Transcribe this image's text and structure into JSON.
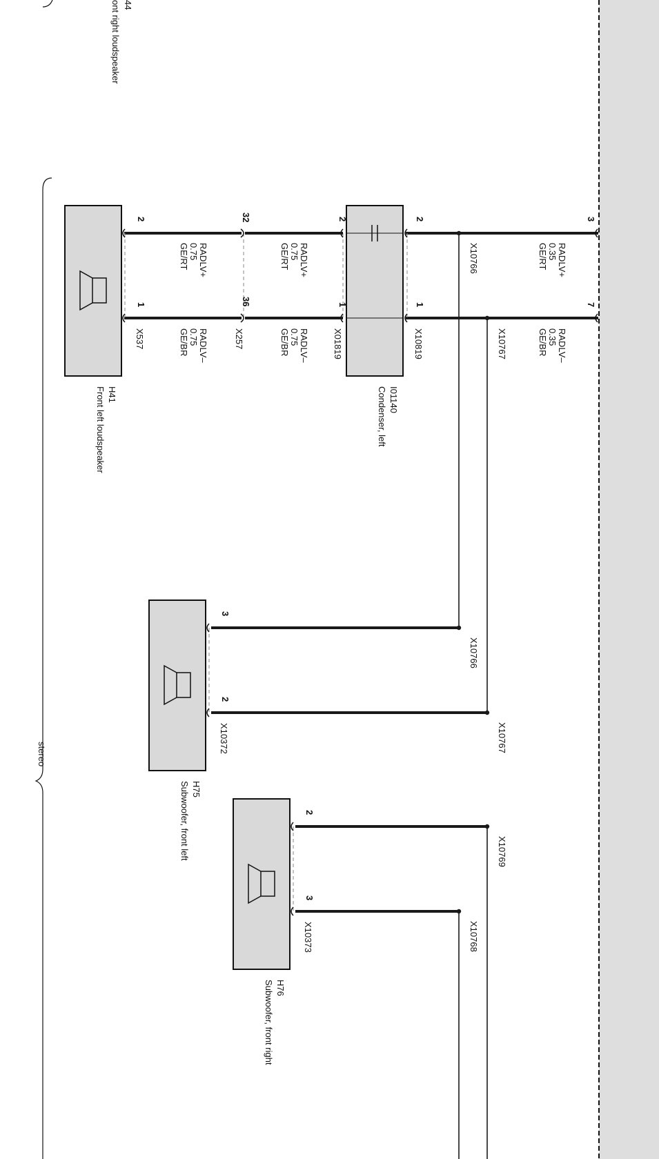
{
  "colors": {
    "wire": "#1a1a1a",
    "component_fill": "#d9d9d9",
    "module_fill": "#dedede",
    "screen_dash": "#888888",
    "background": "#ffffff"
  },
  "page": {
    "partial_text_top": "44",
    "partial_component_top": "ont right loudspeaker",
    "stereo_label": "stereo"
  },
  "module_pins": {
    "plus": "3",
    "minus": "7"
  },
  "wires_top": {
    "plus": {
      "name": "RADLV+",
      "size": "0.35",
      "color": "GE/RT"
    },
    "minus": {
      "name": "RADLV–",
      "size": "0.35",
      "color": "GE/BR"
    }
  },
  "splices": {
    "a": "X10766",
    "b": "X10767",
    "a2": "X10766",
    "b2": "X10767",
    "c": "X10769",
    "d": "X10768"
  },
  "condenser": {
    "id": "I01140",
    "name": "Condenser, left",
    "pin_top_plus": "2",
    "pin_top_minus": "1",
    "connector_top": "X10819",
    "pin_bottom_plus": "2",
    "pin_bottom_minus": "1",
    "connector_bottom": "X01819"
  },
  "wires_mid": {
    "plus": {
      "name": "RADLV+",
      "size": "0.75",
      "color": "GE/RT"
    },
    "minus": {
      "name": "RADLV–",
      "size": "0.75",
      "color": "GE/BR"
    }
  },
  "intermediate": {
    "pin_plus": "32",
    "pin_minus": "36",
    "connector": "X257"
  },
  "wires_low": {
    "plus": {
      "name": "RADLV+",
      "size": "0.75",
      "color": "GE/RT"
    },
    "minus": {
      "name": "RADLV–",
      "size": "0.75",
      "color": "GE/BR"
    }
  },
  "front_left_speaker": {
    "id": "H41",
    "name": "Front left loudspeaker",
    "pin_plus": "2",
    "pin_minus": "1",
    "connector": "X537"
  },
  "subwoofer_left": {
    "id": "H75",
    "name": "Subwoofer, front left",
    "pin_a": "3",
    "pin_b": "2",
    "connector": "X10372"
  },
  "subwoofer_right": {
    "id": "H76",
    "name": "Subwoofer, front right",
    "pin_a": "2",
    "pin_b": "3",
    "connector": "X10373"
  }
}
